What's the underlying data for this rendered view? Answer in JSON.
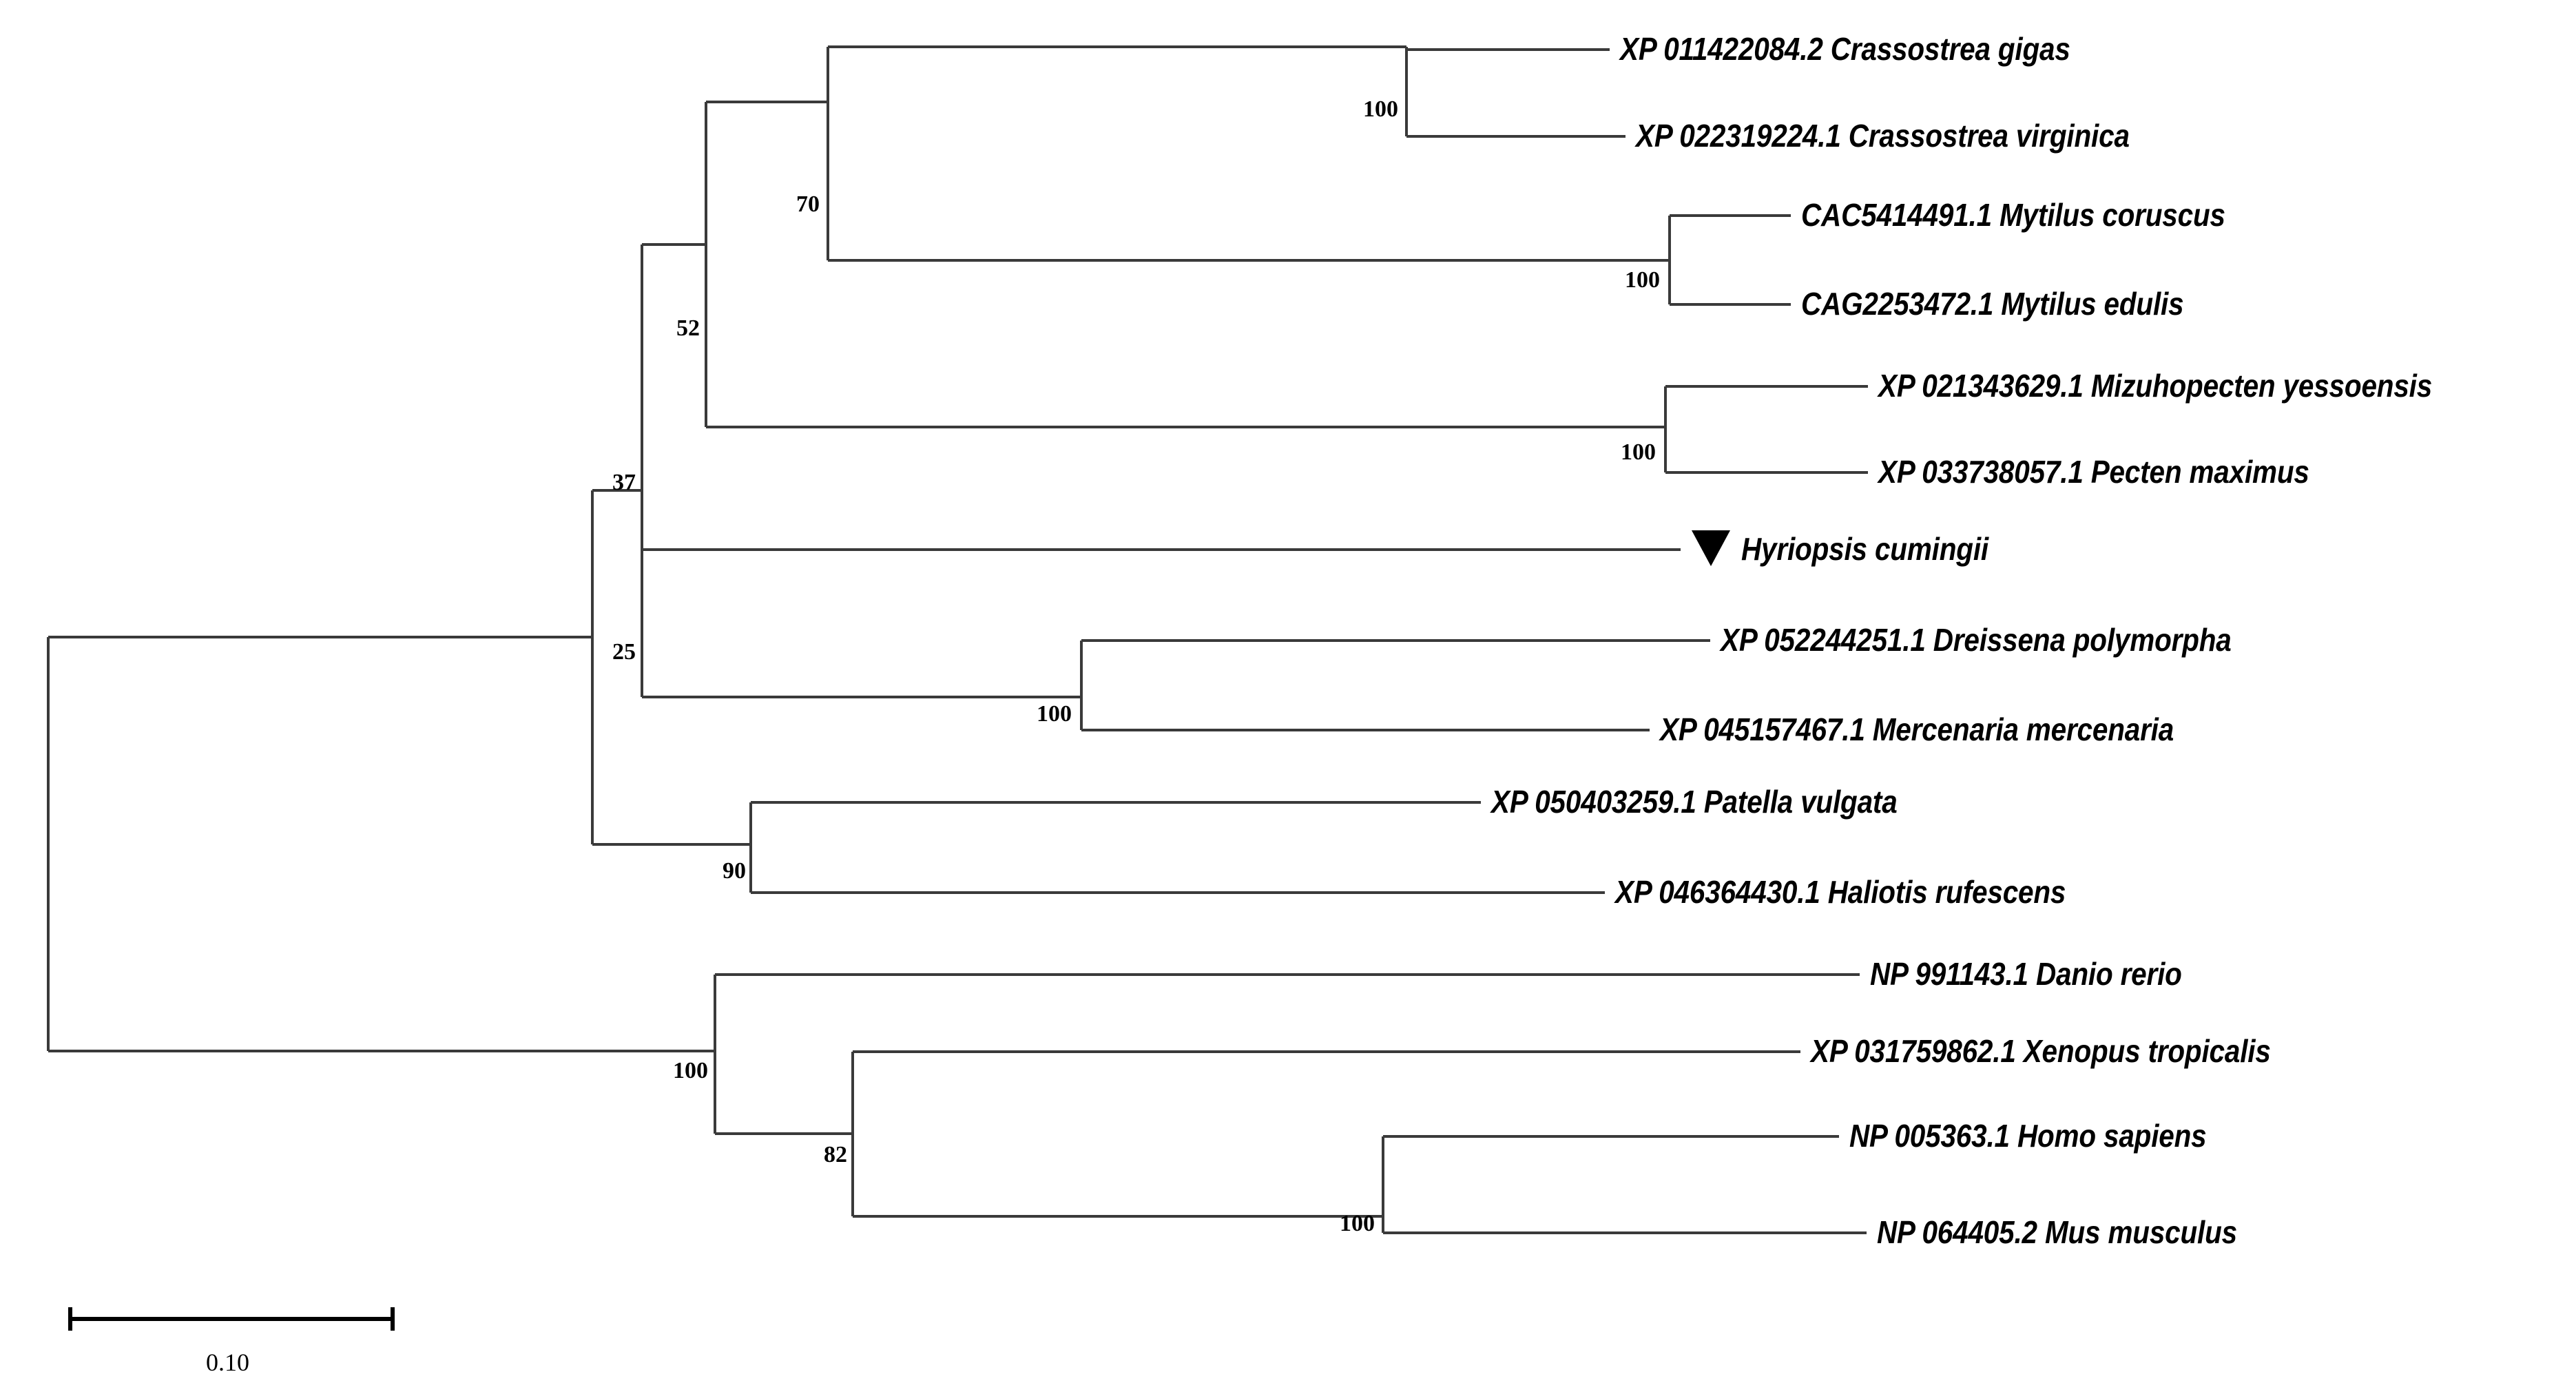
{
  "figure": {
    "kind": "phylogenetic-tree",
    "orientation": "rectangular-left-to-right",
    "background_color": "#ffffff",
    "line_color": "#3a3a3a",
    "text_color": "#000000"
  },
  "chart_data": {
    "type": "tree",
    "title": "",
    "xlabel": "",
    "ylabel": "",
    "leaf_count": 15,
    "scale_bar": {
      "label": "0.10",
      "value": 0.1,
      "pixel_length": 468
    },
    "leaves": [
      {
        "id": "leaf-1",
        "accession": "XP 011422084.2",
        "species": "Crassostrea gigas",
        "label": "XP 011422084.2 Crassostrea gigas",
        "marked": false
      },
      {
        "id": "leaf-2",
        "accession": "XP 022319224.1",
        "species": "Crassostrea virginica",
        "label": "XP 022319224.1 Crassostrea virginica",
        "marked": false
      },
      {
        "id": "leaf-3",
        "accession": "CAC5414491.1",
        "species": "Mytilus coruscus",
        "label": "CAC5414491.1 Mytilus coruscus",
        "marked": false
      },
      {
        "id": "leaf-4",
        "accession": "CAG2253472.1",
        "species": "Mytilus edulis",
        "label": "CAG2253472.1 Mytilus edulis",
        "marked": false
      },
      {
        "id": "leaf-5",
        "accession": "XP 021343629.1",
        "species": "Mizuhopecten yessoensis",
        "label": "XP 021343629.1 Mizuhopecten yessoensis",
        "marked": false
      },
      {
        "id": "leaf-6",
        "accession": "XP 033738057.1",
        "species": "Pecten maximus",
        "label": "XP 033738057.1 Pecten maximus",
        "marked": false
      },
      {
        "id": "leaf-7",
        "accession": "",
        "species": "Hyriopsis cumingii",
        "label": "Hyriopsis cumingii",
        "marked": true
      },
      {
        "id": "leaf-8",
        "accession": "XP 052244251.1",
        "species": "Dreissena polymorpha",
        "label": "XP 052244251.1 Dreissena polymorpha",
        "marked": false
      },
      {
        "id": "leaf-9",
        "accession": "XP 045157467.1",
        "species": "Mercenaria mercenaria",
        "label": "XP 045157467.1 Mercenaria mercenaria",
        "marked": false
      },
      {
        "id": "leaf-10",
        "accession": "XP 050403259.1",
        "species": "Patella vulgata",
        "label": "XP 050403259.1 Patella vulgata",
        "marked": false
      },
      {
        "id": "leaf-11",
        "accession": "XP 046364430.1",
        "species": "Haliotis rufescens",
        "label": "XP 046364430.1 Haliotis rufescens",
        "marked": false
      },
      {
        "id": "leaf-12",
        "accession": "NP 991143.1",
        "species": "Danio rerio",
        "label": "NP 991143.1 Danio rerio",
        "marked": false
      },
      {
        "id": "leaf-13",
        "accession": "XP 031759862.1",
        "species": "Xenopus tropicalis",
        "label": "XP 031759862.1 Xenopus tropicalis",
        "marked": false
      },
      {
        "id": "leaf-14",
        "accession": "NP 005363.1",
        "species": "Homo sapiens",
        "label": "NP 005363.1 Homo sapiens",
        "marked": false
      },
      {
        "id": "leaf-15",
        "accession": "NP 064405.2",
        "species": "Mus musculus",
        "label": "NP 064405.2 Mus musculus",
        "marked": false
      }
    ],
    "bootstrap_values": [
      {
        "id": "node-crassostrea",
        "value": "100",
        "clade": "Crassostrea gigas + Crassostrea virginica"
      },
      {
        "id": "node-mytilus",
        "value": "100",
        "clade": "Mytilus coruscus + Mytilus edulis"
      },
      {
        "id": "node-oyster-mussel",
        "value": "70",
        "clade": "Crassostrea + Mytilus"
      },
      {
        "id": "node-pectinidae",
        "value": "100",
        "clade": "Mizuhopecten yessoensis + Pecten maximus"
      },
      {
        "id": "node-pteriomorphia",
        "value": "52",
        "clade": "Crassostrea + Mytilus + Pectinidae"
      },
      {
        "id": "node-dreissena",
        "value": "100",
        "clade": "Dreissena polymorpha + Mercenaria mercenaria"
      },
      {
        "id": "node-bivalvia-b",
        "value": "25",
        "clade": "Hyriopsis + Dreissena/Mercenaria"
      },
      {
        "id": "node-bivalvia-a",
        "value": "37",
        "clade": "Pteriomorphia + Hyriopsis clade"
      },
      {
        "id": "node-gastropoda",
        "value": "90",
        "clade": "Patella vulgata + Haliotis rufescens"
      },
      {
        "id": "node-vertebrata",
        "value": "100",
        "clade": "Danio + Xenopus + Homo + Mus"
      },
      {
        "id": "node-tetrapoda",
        "value": "82",
        "clade": "Xenopus + Homo + Mus"
      },
      {
        "id": "node-mammalia",
        "value": "100",
        "clade": "Homo sapiens + Mus musculus"
      }
    ]
  },
  "marker": {
    "name": "filled-down-triangle",
    "color": "#000000",
    "attached_to": "Hyriopsis cumingii"
  }
}
